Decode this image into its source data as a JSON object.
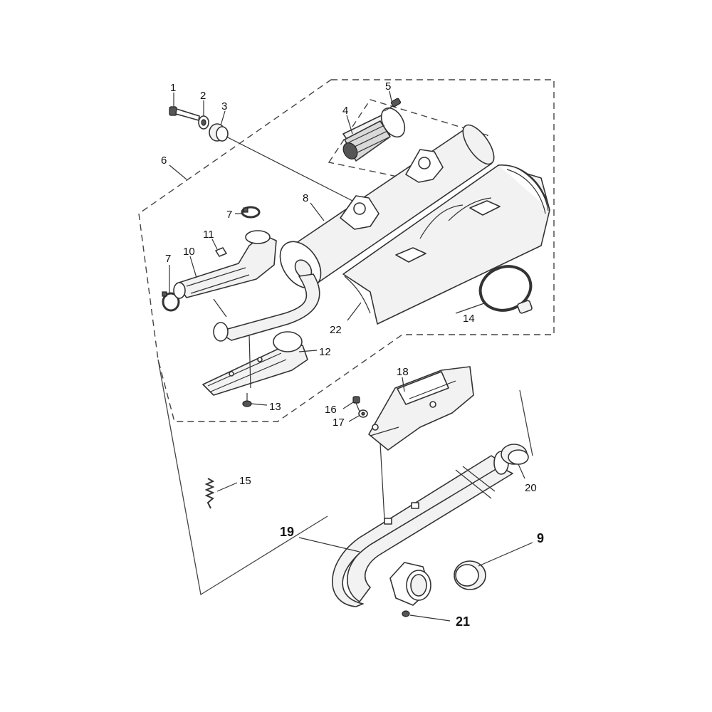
{
  "diagram": {
    "callouts": [
      {
        "id": "c1",
        "text": "1"
      },
      {
        "id": "c2",
        "text": "2"
      },
      {
        "id": "c3",
        "text": "3"
      },
      {
        "id": "c4",
        "text": "4"
      },
      {
        "id": "c5",
        "text": "5"
      },
      {
        "id": "c6",
        "text": "6"
      },
      {
        "id": "c7a",
        "text": "7"
      },
      {
        "id": "c7b",
        "text": "7"
      },
      {
        "id": "c8",
        "text": "8"
      },
      {
        "id": "c9",
        "text": "9"
      },
      {
        "id": "c10",
        "text": "10"
      },
      {
        "id": "c11",
        "text": "11"
      },
      {
        "id": "c12",
        "text": "12"
      },
      {
        "id": "c13",
        "text": "13"
      },
      {
        "id": "c14",
        "text": "14"
      },
      {
        "id": "c15",
        "text": "15"
      },
      {
        "id": "c16",
        "text": "16"
      },
      {
        "id": "c17",
        "text": "17"
      },
      {
        "id": "c18",
        "text": "18"
      },
      {
        "id": "c19",
        "text": "19"
      },
      {
        "id": "c20",
        "text": "20"
      },
      {
        "id": "c21",
        "text": "21"
      },
      {
        "id": "c22",
        "text": "22"
      }
    ]
  }
}
